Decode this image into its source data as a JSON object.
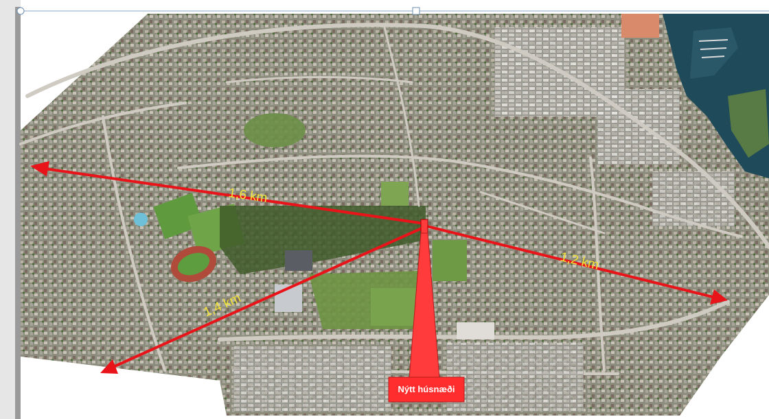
{
  "map": {
    "labels": {
      "west": "1,6 km",
      "east": "1,2 km",
      "southwest": "1,4 km"
    },
    "callout": "Nýtt húsnæði",
    "colors": {
      "arrow": "#e8141a",
      "label": "#f2e23a",
      "callout_fill": "#ff3b3b",
      "water": "#1f4a5a",
      "green": "#6f9a45"
    }
  }
}
